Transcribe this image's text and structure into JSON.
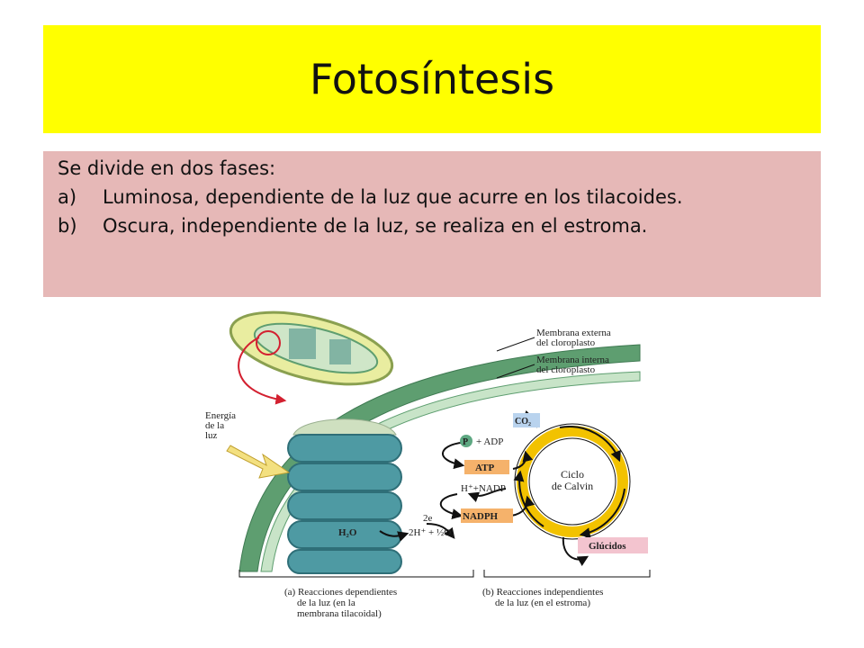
{
  "colors": {
    "title_bg": "#ffff00",
    "body_bg": "#e6b8b7",
    "outer_membrane": "#5e9e70",
    "thylakoid": "#4e9aa3",
    "calvin_ring": "#f2c200",
    "label_box": "#f5b26b",
    "co2_box": "#b9d3ee",
    "glucidos_box": "#f3c4cf"
  },
  "slide": {
    "title": "Fotosíntesis",
    "intro": "Se divide en dos fases:",
    "phases": [
      {
        "marker": "a)",
        "text": "Luminosa, dependiente de la luz que acurre en los tilacoides."
      },
      {
        "marker": "b)",
        "text": "Oscura, independiente de la luz, se realiza en el estroma."
      }
    ]
  },
  "diagram": {
    "membrana_externa": [
      "Membrana externa",
      "del cloroplasto"
    ],
    "membrana_interna": [
      "Membrana interna",
      "del cloroplasto"
    ],
    "energia": [
      "Energía",
      "de la",
      "luz"
    ],
    "co2": "CO₂",
    "p": "P",
    "adp": "+ ADP",
    "atp": "ATP",
    "nadp": "H⁺+NADP",
    "nadph": "NADPH",
    "electrons": "2e",
    "h2o": "H₂O",
    "products": "2H⁺ + ½O₂",
    "ciclo": [
      "Ciclo",
      "de Calvin"
    ],
    "glucidos": "Glúcidos",
    "caption_a": [
      "(a) Reacciones dependientes",
      "de la luz (en la",
      "membrana tilacoidal)"
    ],
    "caption_b": [
      "(b) Reacciones independientes",
      "de la luz (en el estroma)"
    ]
  }
}
